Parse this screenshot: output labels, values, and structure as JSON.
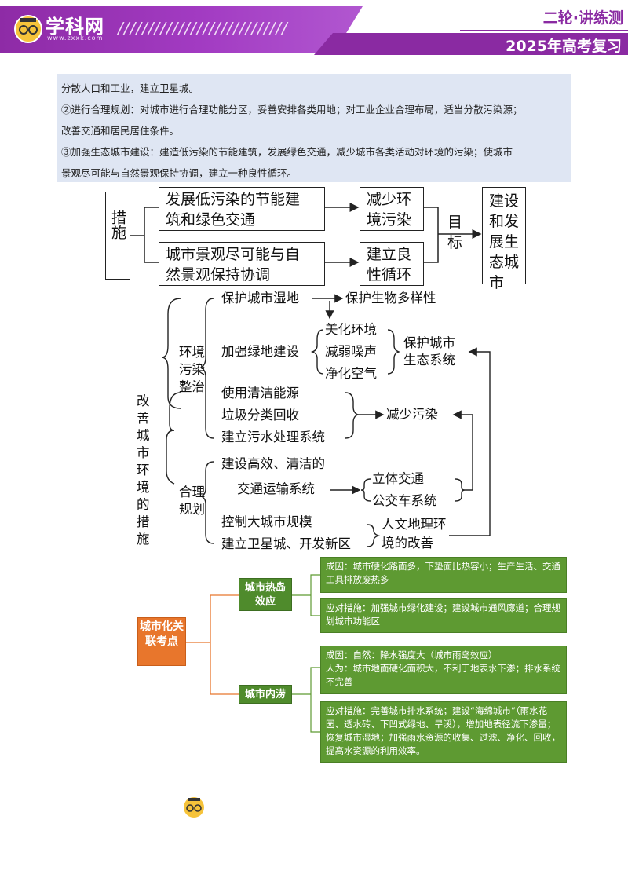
{
  "header": {
    "logo_text": "学科网",
    "logo_url": "www.zxxk.com",
    "stripes": "////////////////////////////",
    "series": "二轮·讲练测",
    "year": "2025年高考复习"
  },
  "textbox": {
    "line1": "分散人口和工业，建立卫星城。",
    "line2": "②进行合理规划：对城市进行合理功能分区，妥善安排各类用地；对工业企业合理布局，适当分散污染源；",
    "line3": "改善交通和居民居住条件。",
    "line4": "③加强生态城市建设：建造低污染的节能建筑，发展绿色交通，减少城市各类活动对环境的污染；使城市",
    "line5": "景观尽可能与自然景观保持协调，建立一种良性循环。"
  },
  "flow": {
    "measures": "措施",
    "m1_line1": "发展低污染的节能建",
    "m1_line2": "筑和绿色交通",
    "m2_line1": "城市景观尽可能与自",
    "m2_line2": "然景观保持协调",
    "r1_line1": "减少环",
    "r1_line2": "境污染",
    "r2_line1": "建立良",
    "r2_line2": "性循环",
    "goal": "目标",
    "final": "建设和发展生态城市"
  },
  "tree": {
    "root": [
      "改善",
      "城市",
      "环境",
      "的措",
      "施"
    ],
    "env": [
      "环境",
      "污染",
      "整治"
    ],
    "plan": [
      "合理",
      "规划"
    ],
    "wetland": "保护城市湿地",
    "biodiversity": "保护生物多样性",
    "green": "加强绿地建设",
    "beautify": "美化环境",
    "noise": "减弱噪声",
    "air": "净化空气",
    "eco_line1": "保护城市",
    "eco_line2": "生态系统",
    "clean_energy": "使用清洁能源",
    "garbage": "垃圾分类回收",
    "sewage": "建立污水处理系统",
    "reduce": "减少污染",
    "transport_line1": "建设高效、清洁的",
    "transport_line2": "交通运输系统",
    "stereo": "立体交通",
    "bus": "公交车系统",
    "control": "控制大城市规模",
    "satellite": "建立卫星城、开发新区",
    "human_line1": "人文地理环",
    "human_line2": "境的改善"
  },
  "mindmap": {
    "title": "城市化关联考点",
    "heat_island": "城市热岛效应",
    "heat_cause": "成因：城市硬化路面多，下垫面比热容小；生产生活、交通工具排放废热多",
    "heat_measure": "应对措施：加强城市绿化建设；建设城市通风廊道；合理规划城市功能区",
    "flood": "城市内涝",
    "flood_cause": "成因：自然：降水强度大（城市雨岛效应）\n人为：城市地面硬化面积大，不利于地表水下渗；排水系统不完善",
    "flood_measure": "应对措施：完善城市排水系统；建设“海绵城市”（雨水花园、透水砖、下凹式绿地、旱溪），增加地表径流下渗量；恢复城市湿地；加强雨水资源的收集、过滤、净化、回收，提高水资源的利用效率。"
  },
  "colors": {
    "header_purple": "#8a2aa2",
    "text_box_bg": "#dfe6f3",
    "mindmap_orange": "#e8762c",
    "mindmap_green": "#5e9a32"
  }
}
